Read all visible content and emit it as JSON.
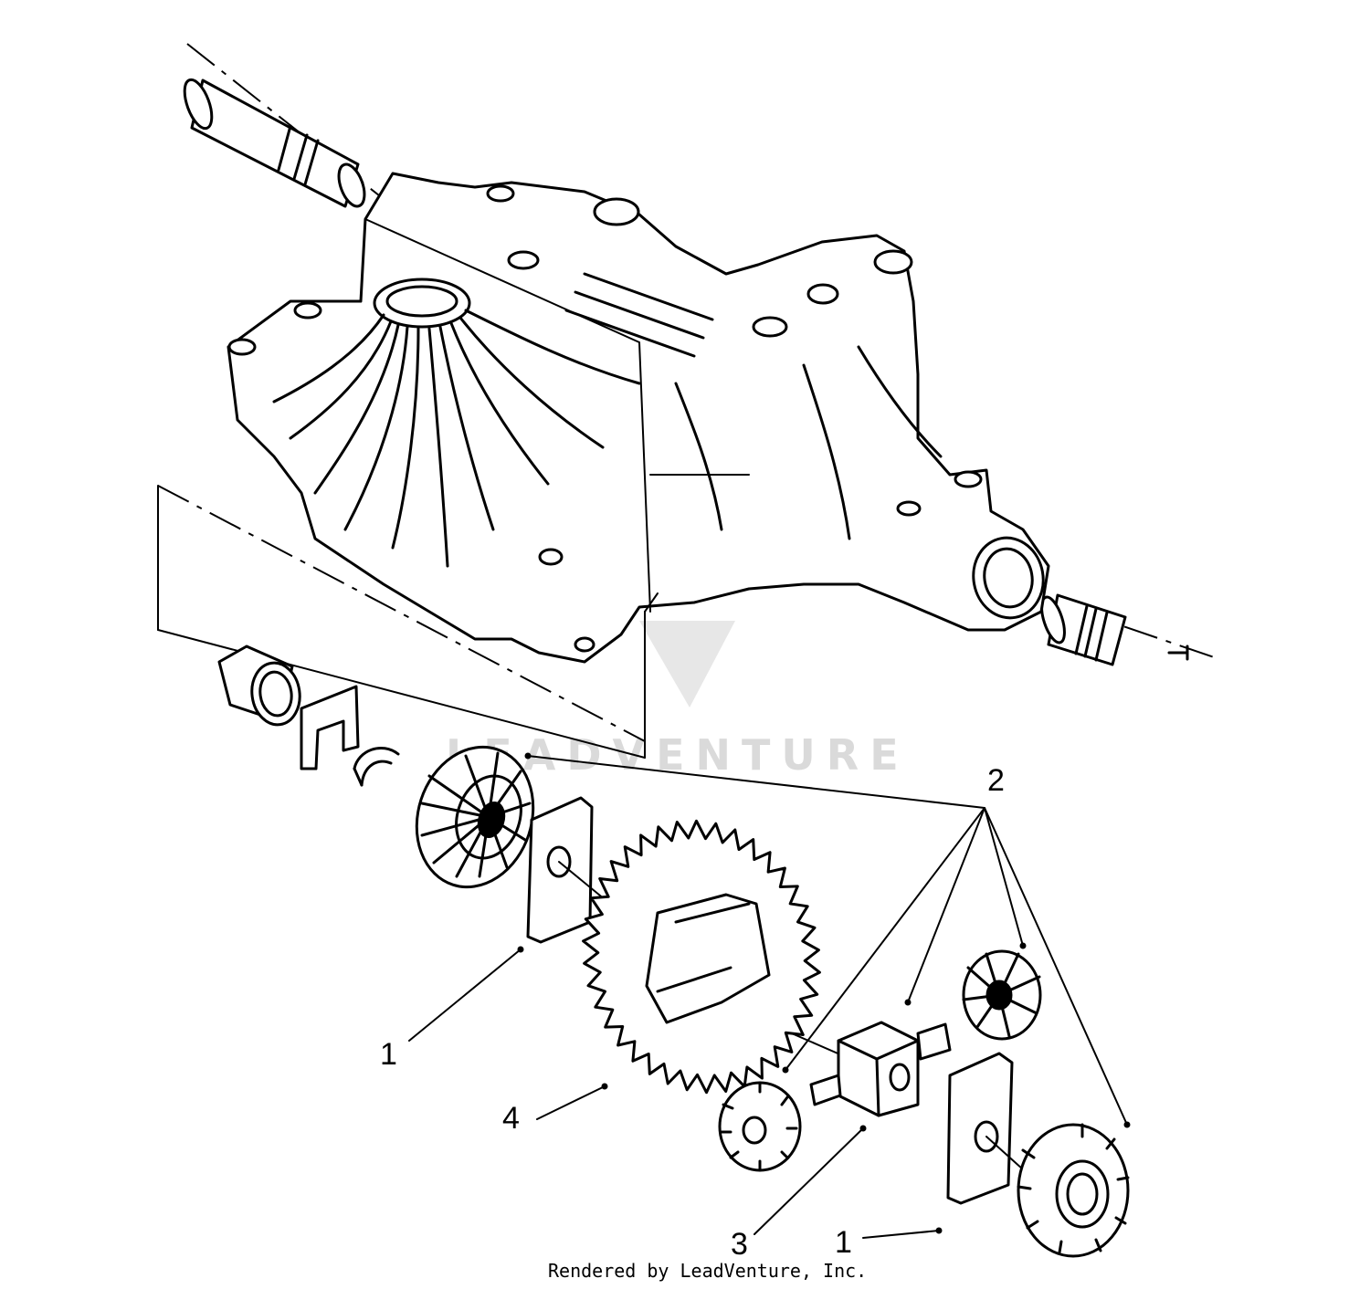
{
  "watermark": {
    "text": "LEADVENTURE"
  },
  "footer": {
    "text": "Rendered by LeadVenture, Inc."
  },
  "callouts": [
    {
      "id": "c1a",
      "number": "1"
    },
    {
      "id": "c1b",
      "number": "1"
    },
    {
      "id": "c2",
      "number": "2"
    },
    {
      "id": "c3",
      "number": "3"
    },
    {
      "id": "c4",
      "number": "4"
    }
  ],
  "colors": {
    "line": "#000000",
    "background": "#ffffff",
    "watermark": "#bdbdbd"
  }
}
